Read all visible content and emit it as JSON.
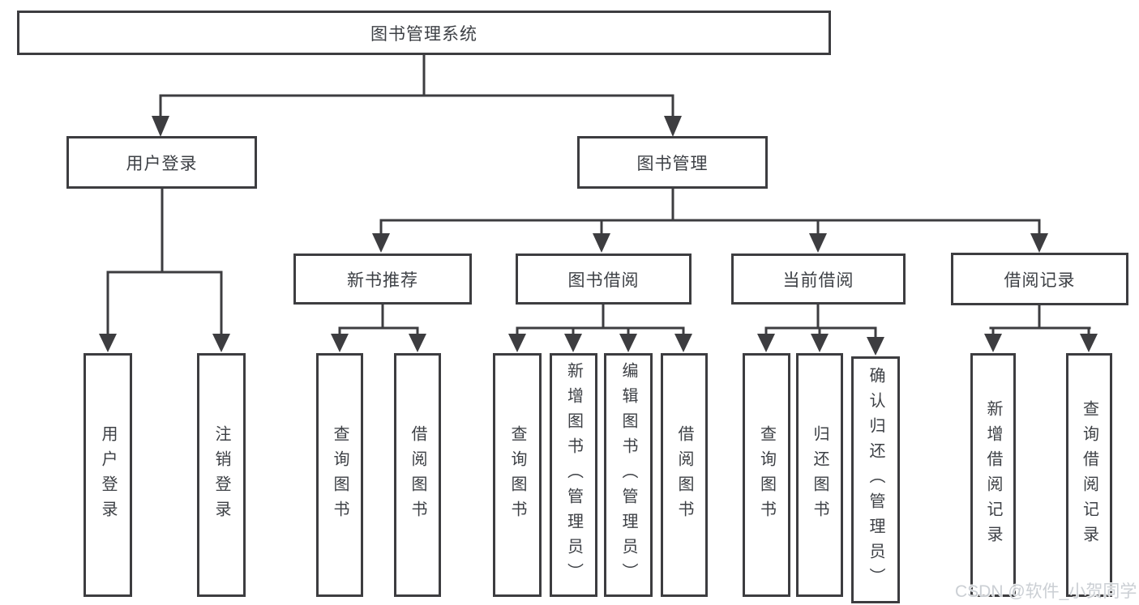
{
  "tree": {
    "label": "图书管理系统",
    "children": [
      {
        "label": "用户登录",
        "children": [
          {
            "label": "用户登录"
          },
          {
            "label": "注销登录"
          }
        ]
      },
      {
        "label": "图书管理",
        "children": [
          {
            "label": "新书推荐",
            "children": [
              {
                "label": "查询图书"
              },
              {
                "label": "借阅图书"
              }
            ]
          },
          {
            "label": "图书借阅",
            "children": [
              {
                "label": "查询图书"
              },
              {
                "label": "新增图书（管理员）"
              },
              {
                "label": "编辑图书（管理员）"
              },
              {
                "label": "借阅图书"
              }
            ]
          },
          {
            "label": "当前借阅",
            "children": [
              {
                "label": "查询图书"
              },
              {
                "label": "归还图书"
              },
              {
                "label": "确认归还（管理员）"
              }
            ]
          },
          {
            "label": "借阅记录",
            "children": [
              {
                "label": "新增借阅记录"
              },
              {
                "label": "查询借阅记录"
              }
            ]
          }
        ]
      }
    ]
  },
  "watermark": {
    "text": "CSDN @软件_小贺同学"
  },
  "colors": {
    "line": "#3d3d40",
    "text": "#3d4045",
    "watermark": "#c8ccd2"
  }
}
